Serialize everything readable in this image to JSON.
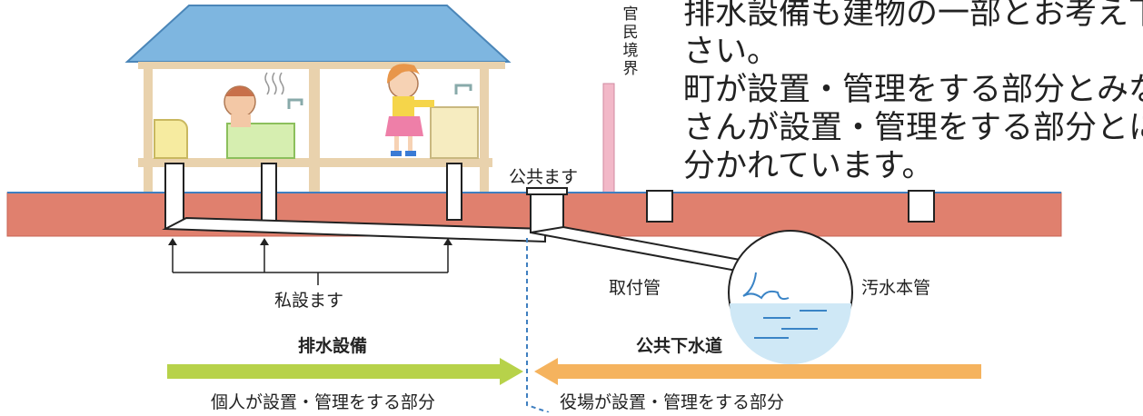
{
  "explanation": [
    "排水設備も建物の一部とお考え下",
    "さい。",
    "町が設置・管理をする部分とみな",
    "さんが設置・管理をする部分とに",
    "分かれています。"
  ],
  "boundary_label": [
    "官",
    "民",
    "境",
    "界"
  ],
  "labels": {
    "public_basin": "公共ます",
    "private_basin": "私設ます",
    "connection_pipe": "取付管",
    "sewer_main": "汚水本管"
  },
  "sections": {
    "private": {
      "title": "排水設備",
      "caption": "個人が設置・管理をする部分",
      "color": "#b7d24a"
    },
    "public": {
      "title": "公共下水道",
      "caption": "役場が設置・管理をする部分",
      "color": "#f5b35e"
    }
  },
  "colors": {
    "ground": "#e0806e",
    "roof": "#7eb6e0",
    "house_frame": "#e9d2ad",
    "water": "#cfe8f6",
    "boundary_line": "#3f7fc0",
    "boundary_post": "#f2b8c8"
  }
}
